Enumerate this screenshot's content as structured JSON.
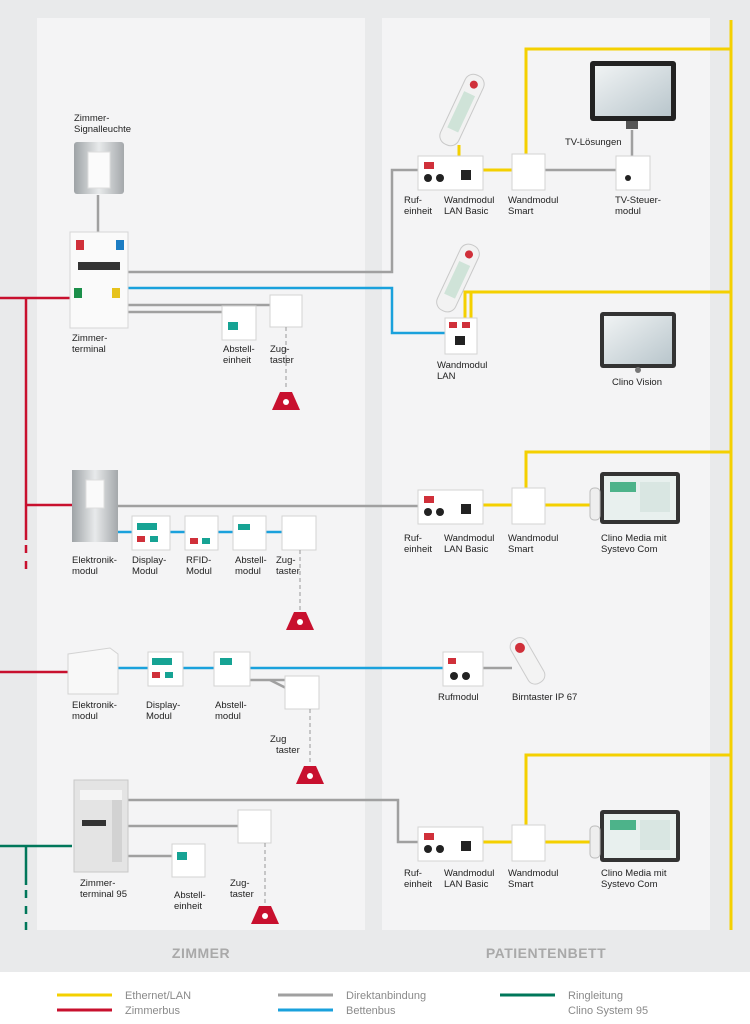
{
  "colors": {
    "ethernet": "#f4d000",
    "zimmerbus": "#c8102e",
    "direkt": "#a0a0a0",
    "bettenbus": "#1aa1dc",
    "ring": "#00775a"
  },
  "sections": {
    "left": "ZIMMER",
    "right": "PATIENTENBETT"
  },
  "legend": {
    "ethernet": "Ethernet/LAN",
    "zimmerbus": "Zimmerbus",
    "direkt": "Direktanbindung",
    "bettenbus": "Bettenbus",
    "ring": "Ringleitung",
    "ring2": "Clino System 95"
  },
  "labels": {
    "signal1": "Zimmer-",
    "signal2": "Signalleuchte",
    "zt1": "Zimmer-",
    "zt2": "terminal",
    "abst1a": "Abstell-",
    "abst1b": "einheit",
    "zug1a": "Zug-",
    "zug1b": "taster",
    "ruf1a": "Ruf-",
    "ruf1b": "einheit",
    "wml1a": "Wandmodul",
    "wml1b": "LAN Basic",
    "wms1a": "Wandmodul",
    "wms1b": "Smart",
    "tv": "TV-Lösungen",
    "tvs1": "TV-Steuer-",
    "tvs2": "modul",
    "wmlan1": "Wandmodul",
    "wmlan2": "LAN",
    "clinovision": "Clino Vision",
    "em1a": "Elektronik-",
    "em1b": "modul",
    "dm1a": "Display-",
    "dm1b": "Modul",
    "rfid1": "RFID-",
    "rfid2": "Modul",
    "abst2a": "Abstell-",
    "abst2b": "modul",
    "zug2a": "Zug-",
    "zug2b": "taster",
    "ruf2a": "Ruf-",
    "ruf2b": "einheit",
    "wml2a": "Wandmodul",
    "wml2b": "LAN Basic",
    "wms2a": "Wandmodul",
    "wms2b": "Smart",
    "cm1a": "Clino Media mit",
    "cm1b": "Systevo Com",
    "em2a": "Elektronik-",
    "em2b": "modul",
    "dm2a": "Display-",
    "dm2b": "Modul",
    "abst3a": "Abstell-",
    "abst3b": "modul",
    "zug3a": "Zug",
    "zug3b": "taster",
    "rufmodul": "Rufmodul",
    "birn": "Birntaster IP 67",
    "zt95a": "Zimmer-",
    "zt95b": "terminal 95",
    "abst4a": "Abstell-",
    "abst4b": "einheit",
    "zug4a": "Zug-",
    "zug4b": "taster",
    "ruf3a": "Ruf-",
    "ruf3b": "einheit",
    "wml3a": "Wandmodul",
    "wml3b": "LAN Basic",
    "wms3a": "Wandmodul",
    "wms3b": "Smart",
    "cm2a": "Clino Media mit",
    "cm2b": "Systevo Com"
  }
}
